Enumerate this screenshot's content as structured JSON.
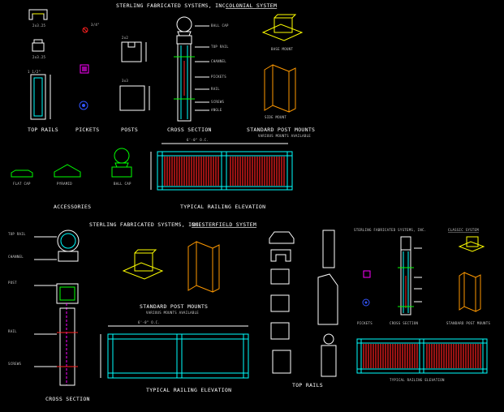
{
  "colonial": {
    "title": "STERLING FABRICATED SYSTEMS, INC.",
    "subtitle": "COLONIAL SYSTEM",
    "labels": {
      "top_rails": "TOP RAILS",
      "pickets": "PICKETS",
      "posts": "POSTS",
      "cross_section": "CROSS SECTION",
      "standard_post_mounts": "STANDARD POST MOUNTS",
      "accessories": "ACCESSORIES",
      "typical_railing_elevation": "TYPICAL RAILING ELEVATION"
    }
  },
  "chesterfield": {
    "title": "STERLING FABRICATED SYSTEMS, INC.",
    "subtitle": "CHESTERFIELD SYSTEM",
    "labels": {
      "standard_post_mounts": "STANDARD POST MOUNTS",
      "typical_railing_elevation": "TYPICAL RAILING ELEVATION",
      "cross_section": "CROSS SECTION",
      "top_rails": "TOP RAILS"
    }
  },
  "classic": {
    "title": "STERLING FABRICATED SYSTEMS, INC.",
    "subtitle": "CLASSIC SYSTEM",
    "labels": {
      "pickets": "PICKETS",
      "cross_section": "CROSS SECTION",
      "standard_post_mounts": "STANDARD POST MOUNTS",
      "typical_railing_elevation": "TYPICAL RAILING ELEVATION"
    }
  },
  "colors": {
    "background": "#000000",
    "outline": "#ffffff",
    "cyan": "#00ffff",
    "yellow": "#ffff00",
    "orange": "#ff9900",
    "green": "#00ff00",
    "red": "#ff2020",
    "magenta": "#ff00ff",
    "blue": "#3355ff"
  }
}
